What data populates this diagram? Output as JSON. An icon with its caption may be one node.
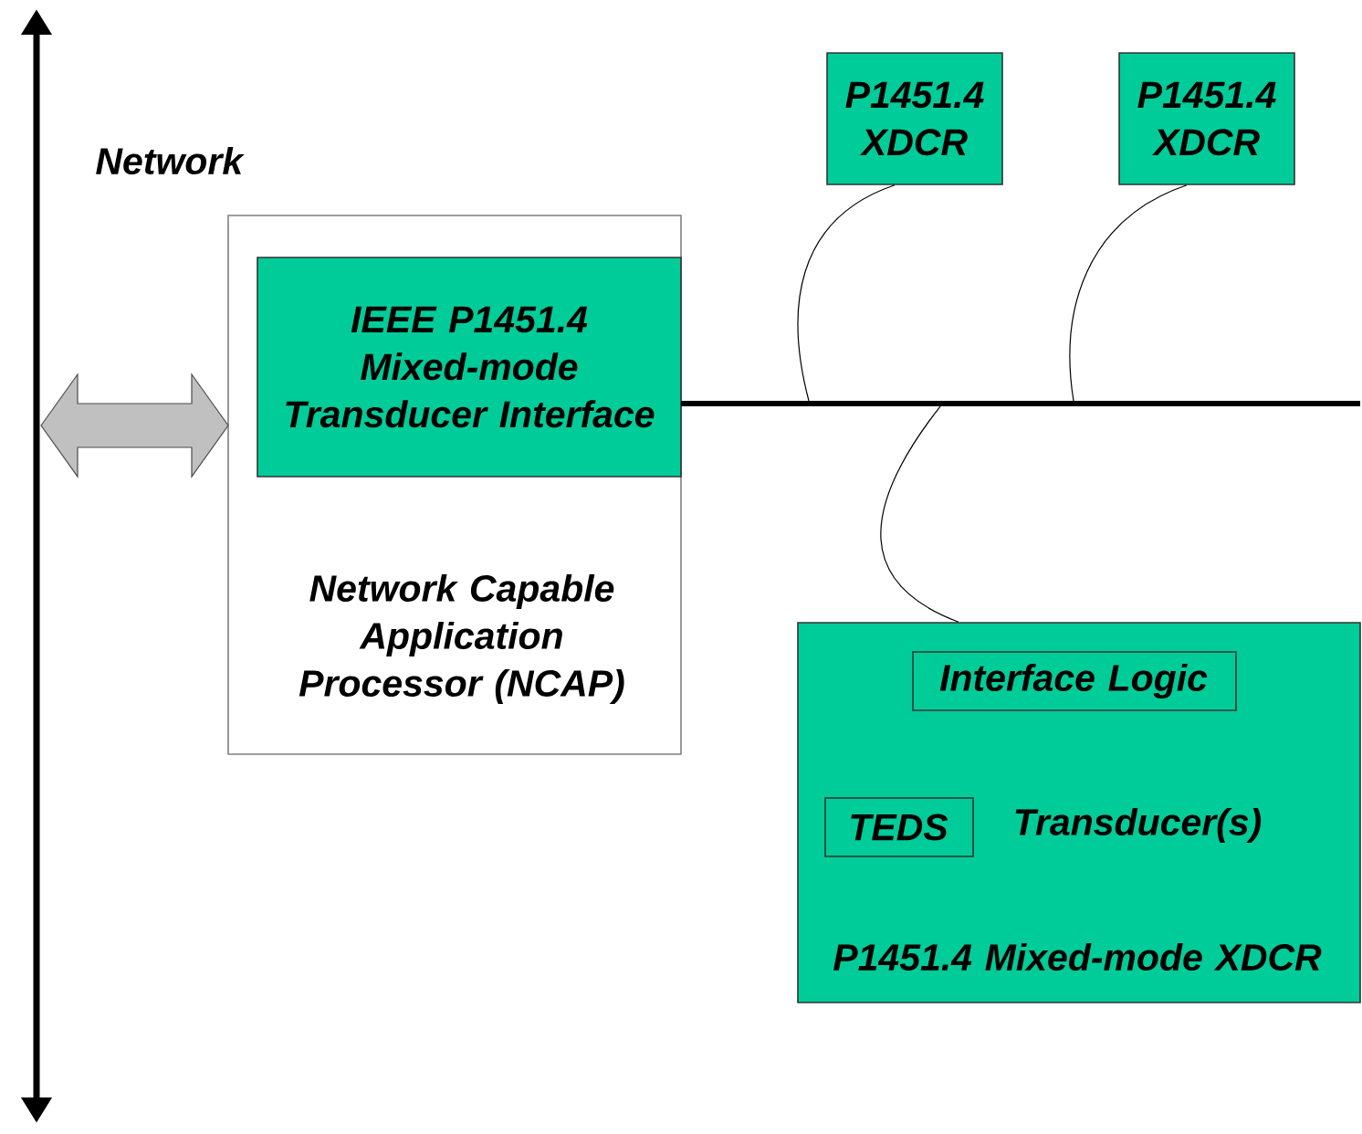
{
  "diagram": {
    "nodes": [
      {
        "text": [],
        "shape": "bar",
        "beside": [
          "Network"
        ]
      },
      {
        "text": [
          "Network Capable Application Processor (NCAP)"
        ]
      },
      {
        "text": [
          "IEEE P1451.4 Mixed-mode Transducer Interface"
        ],
        "in": 1
      },
      {
        "text": [
          "P1451.4 XDCR"
        ]
      },
      {
        "text": [
          "P1451.4 XDCR"
        ]
      },
      {
        "text": [
          "Transducer(s)",
          "P1451.4 Mixed-mode XDCR"
        ]
      },
      {
        "text": [
          "Interface Logic"
        ],
        "in": 5
      },
      {
        "text": [
          "TEDS"
        ],
        "in": 5
      },
      {
        "text": [],
        "shape": "bar"
      }
    ],
    "edges": [
      {
        "from": 0,
        "to": 1,
        "arrow": "both",
        "style": "thick",
        "color": "#c0c0c0"
      },
      {
        "from": 3,
        "to": 8,
        "arrow": "none"
      },
      {
        "from": 4,
        "to": 8,
        "arrow": "none"
      },
      {
        "from": 5,
        "to": 8,
        "arrow": "none"
      }
    ]
  }
}
